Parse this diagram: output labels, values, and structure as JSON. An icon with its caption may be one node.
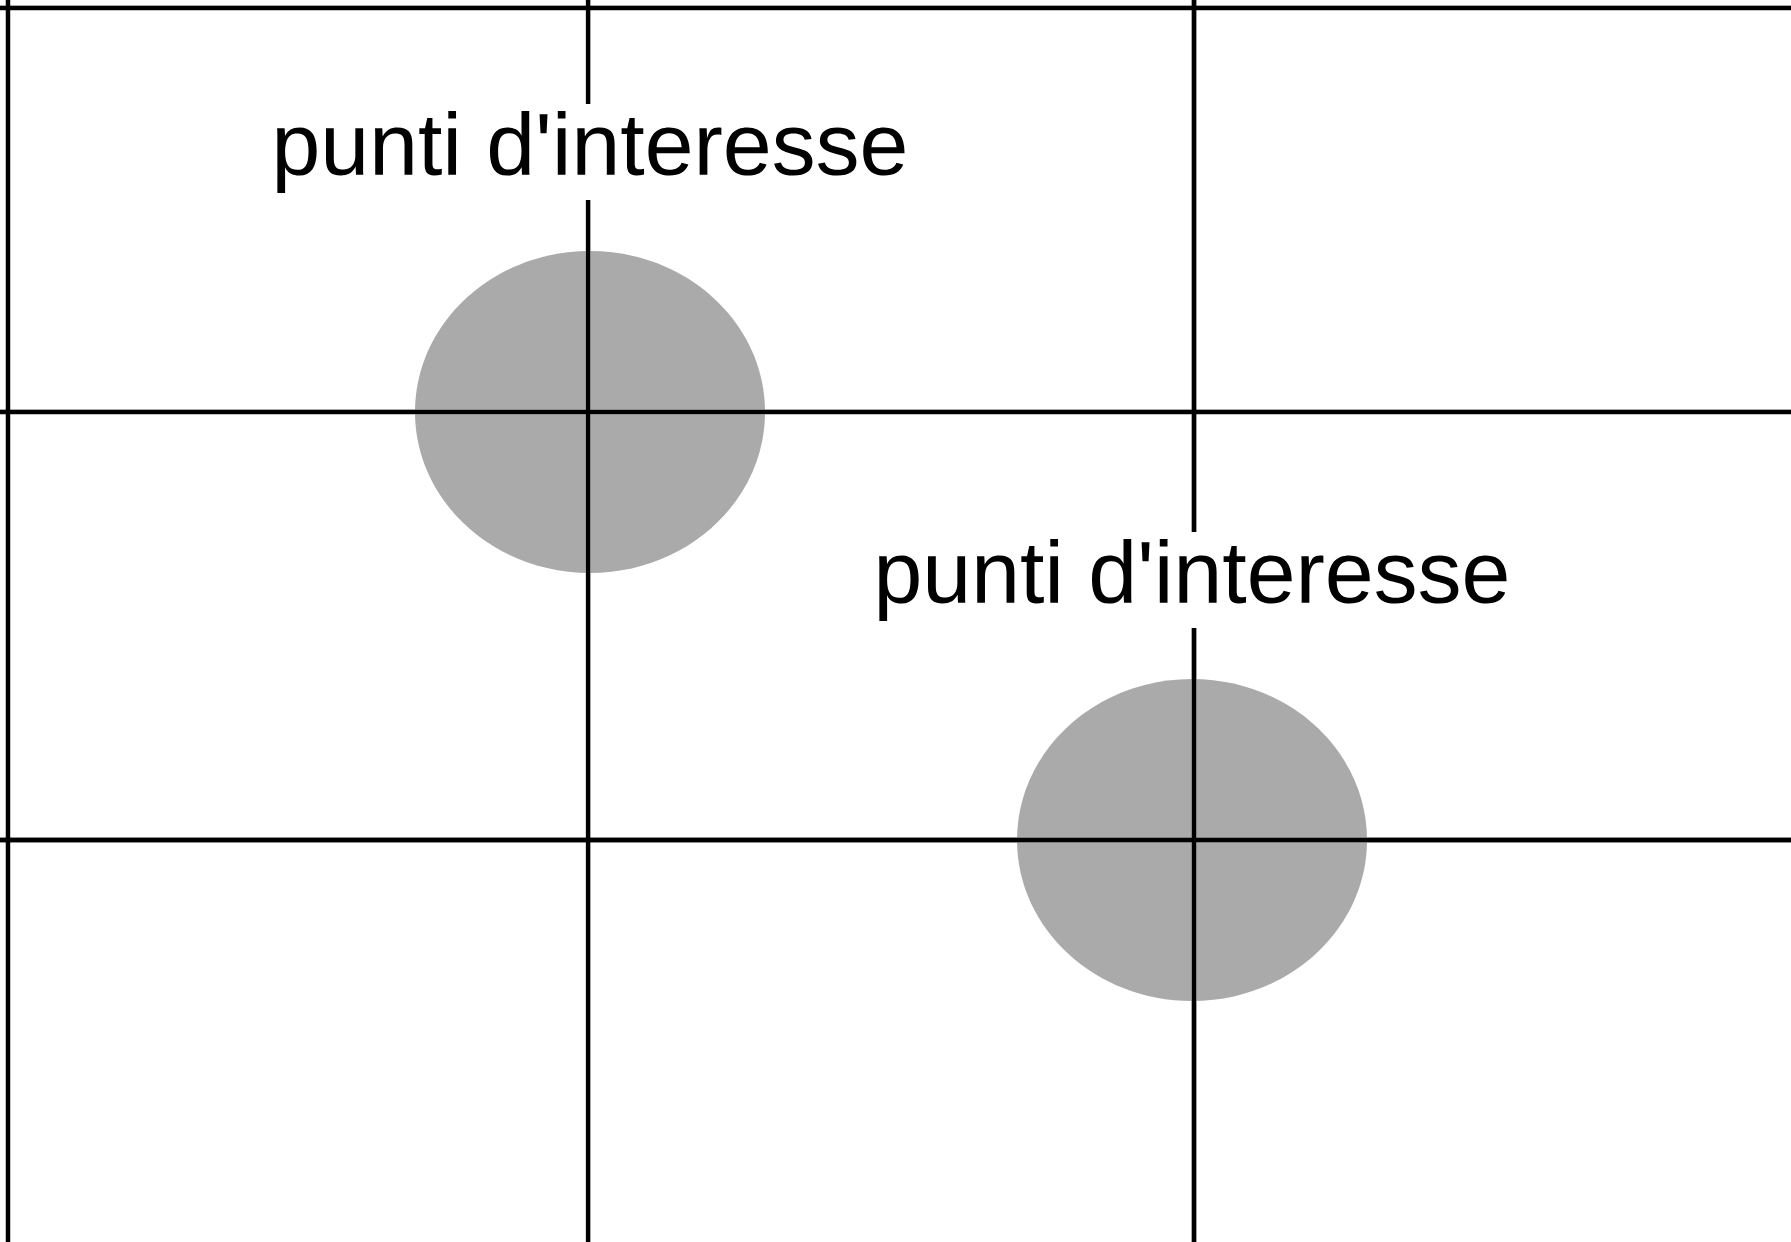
{
  "diagram": {
    "nodes": [
      {
        "text": [],
        "shape": "circle",
        "beside": [
          "punti d'interesse"
        ]
      },
      {
        "text": [],
        "shape": "circle",
        "beside": [
          "punti d'interesse"
        ]
      }
    ]
  }
}
